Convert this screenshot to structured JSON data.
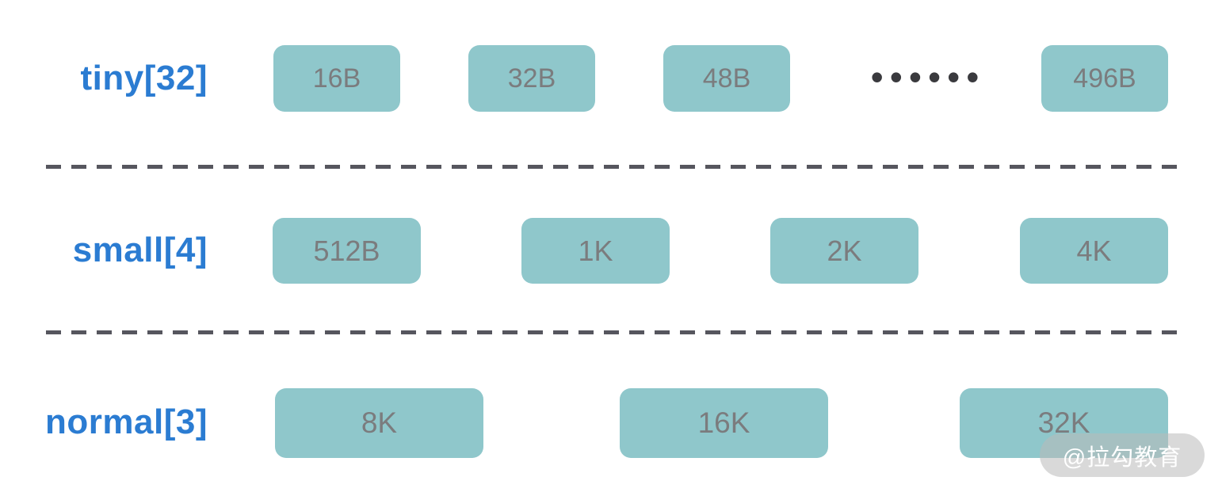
{
  "colors": {
    "background": "#ffffff",
    "label_blue": "#2b7cd2",
    "box_fill": "#8fc7cb",
    "box_text": "#7b7c7e",
    "divider_gray": "#56565e",
    "ellipsis_dots": "#3a3a3e",
    "watermark_bg": "rgba(185,185,185,0.55)",
    "watermark_text": "#ffffff"
  },
  "rows": [
    {
      "label": "tiny[32]",
      "boxes": [
        "16B",
        "32B",
        "48B",
        "496B"
      ],
      "ellipsis": "••••••"
    },
    {
      "label": "small[4]",
      "boxes": [
        "512B",
        "1K",
        "2K",
        "4K"
      ]
    },
    {
      "label": "normal[3]",
      "boxes": [
        "8K",
        "16K",
        "32K"
      ]
    }
  ],
  "watermark": {
    "text": "@拉勾教育"
  }
}
